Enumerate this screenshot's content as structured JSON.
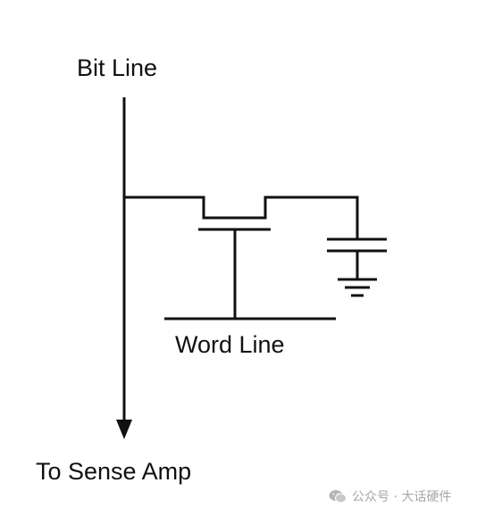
{
  "labels": {
    "bit_line": "Bit Line",
    "word_line": "Word Line",
    "sense_amp": "To Sense Amp"
  },
  "watermark": {
    "icon": "wechat-icon",
    "text": "公众号 · 大话硬件"
  },
  "colors": {
    "stroke": "#111111",
    "watermark": "#a8a8a8"
  }
}
